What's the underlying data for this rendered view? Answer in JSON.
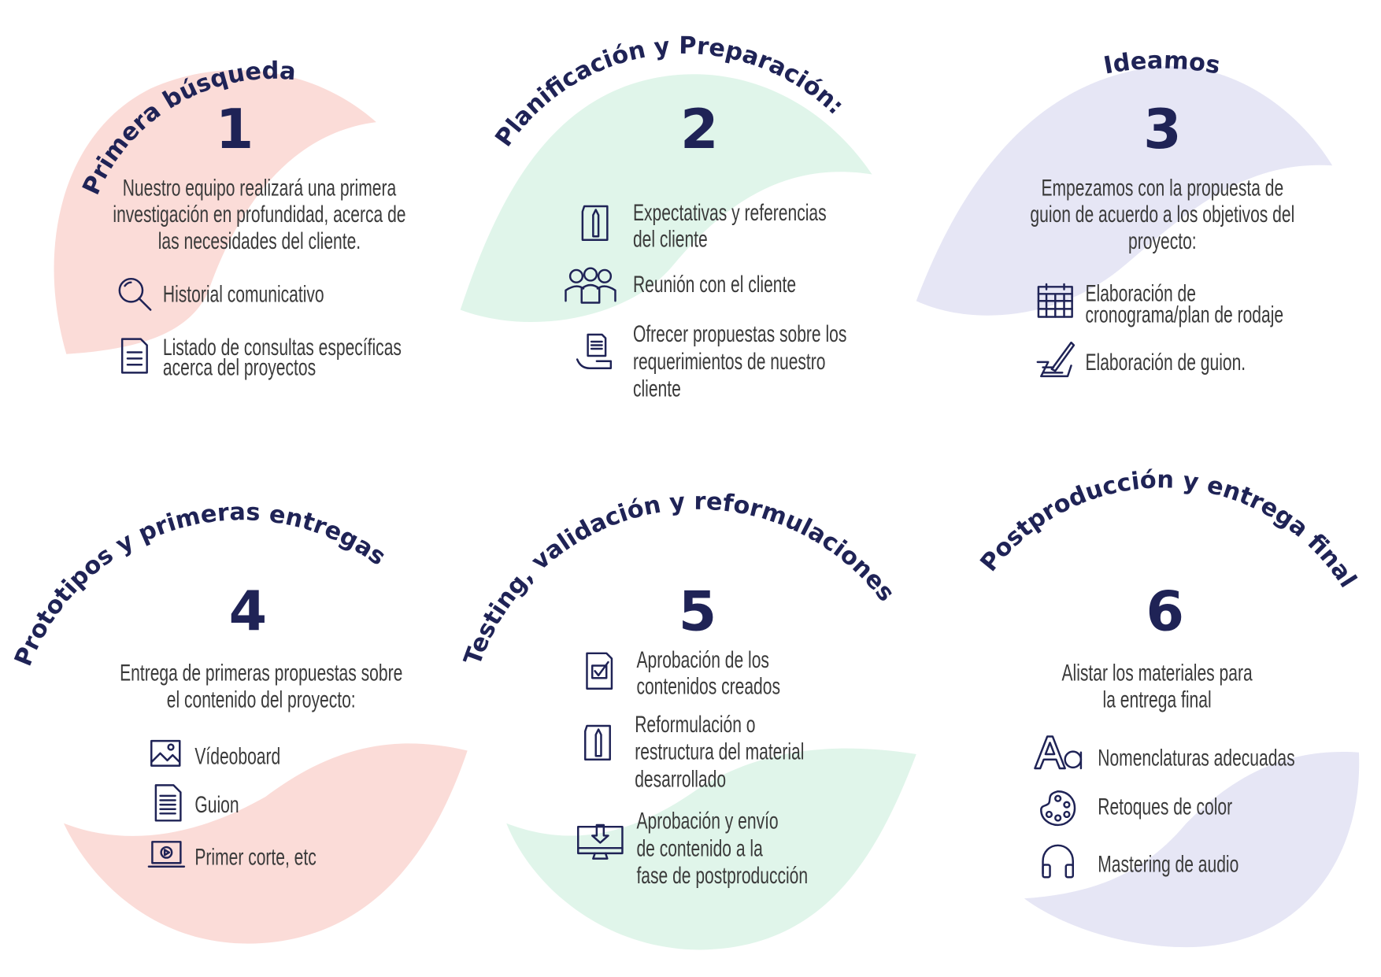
{
  "colors": {
    "ink": "#1f2356",
    "pink": "#fbdcd8",
    "green": "#e0f5ea",
    "lavender": "#e6e6f5",
    "text": "#3a3a3a"
  },
  "steps": [
    {
      "number": "1",
      "title": "Primera búsqueda",
      "description": [
        "Nuestro equipo realizará una primera",
        "investigación en profundidad, acerca de",
        "las necesidades del cliente."
      ],
      "items": [
        {
          "icon": "magnifier-icon",
          "lines": [
            "Historial comunicativo"
          ]
        },
        {
          "icon": "document-icon",
          "lines": [
            "Listado de consultas específicas",
            "acerca del proyectos"
          ]
        }
      ]
    },
    {
      "number": "2",
      "title": "Planificación y Preparación:",
      "items": [
        {
          "icon": "document-pencil-icon",
          "lines": [
            "Expectativas y referencias",
            "del cliente"
          ]
        },
        {
          "icon": "team-meeting-icon",
          "lines": [
            "Reunión con el cliente"
          ]
        },
        {
          "icon": "hand-document-icon",
          "lines": [
            "Ofrecer propuestas sobre los",
            "requerimientos de nuestro",
            "cliente"
          ]
        }
      ]
    },
    {
      "number": "3",
      "title": "Ideamos",
      "description": [
        "Empezamos con la propuesta de",
        "guion de acuerdo a los objetivos del",
        "proyecto:"
      ],
      "items": [
        {
          "icon": "calendar-icon",
          "lines": [
            "Elaboración de",
            "cronograma/plan de rodaje"
          ]
        },
        {
          "icon": "writing-pen-icon",
          "lines": [
            "Elaboración de guion."
          ]
        }
      ]
    },
    {
      "number": "4",
      "title": "Prototipos y primeras entregas",
      "description": [
        "Entrega de primeras propuestas sobre",
        "el contenido del proyecto:"
      ],
      "items": [
        {
          "icon": "image-icon",
          "lines": [
            "Vídeoboard"
          ]
        },
        {
          "icon": "script-pages-icon",
          "lines": [
            "Guion"
          ]
        },
        {
          "icon": "laptop-play-icon",
          "lines": [
            "Primer corte, etc"
          ]
        }
      ]
    },
    {
      "number": "5",
      "title": "Testing, validación y reformulaciones",
      "items": [
        {
          "icon": "checklist-icon",
          "lines": [
            "Aprobación de los",
            "contenidos creados"
          ]
        },
        {
          "icon": "document-pencil-icon",
          "lines": [
            "Reformulación o",
            "restructura del material",
            "desarrollado"
          ]
        },
        {
          "icon": "monitor-download-icon",
          "lines": [
            "Aprobación y envío",
            "de contenido a la",
            "fase de postproducción"
          ]
        }
      ]
    },
    {
      "number": "6",
      "title": "Postproducción y entrega final",
      "description": [
        "Alistar los materiales para",
        "la entrega final"
      ],
      "items": [
        {
          "icon": "typography-icon",
          "lines": [
            "Nomenclaturas adecuadas"
          ]
        },
        {
          "icon": "palette-icon",
          "lines": [
            "Retoques de color"
          ]
        },
        {
          "icon": "headphones-icon",
          "lines": [
            "Mastering de audio"
          ]
        }
      ]
    }
  ]
}
